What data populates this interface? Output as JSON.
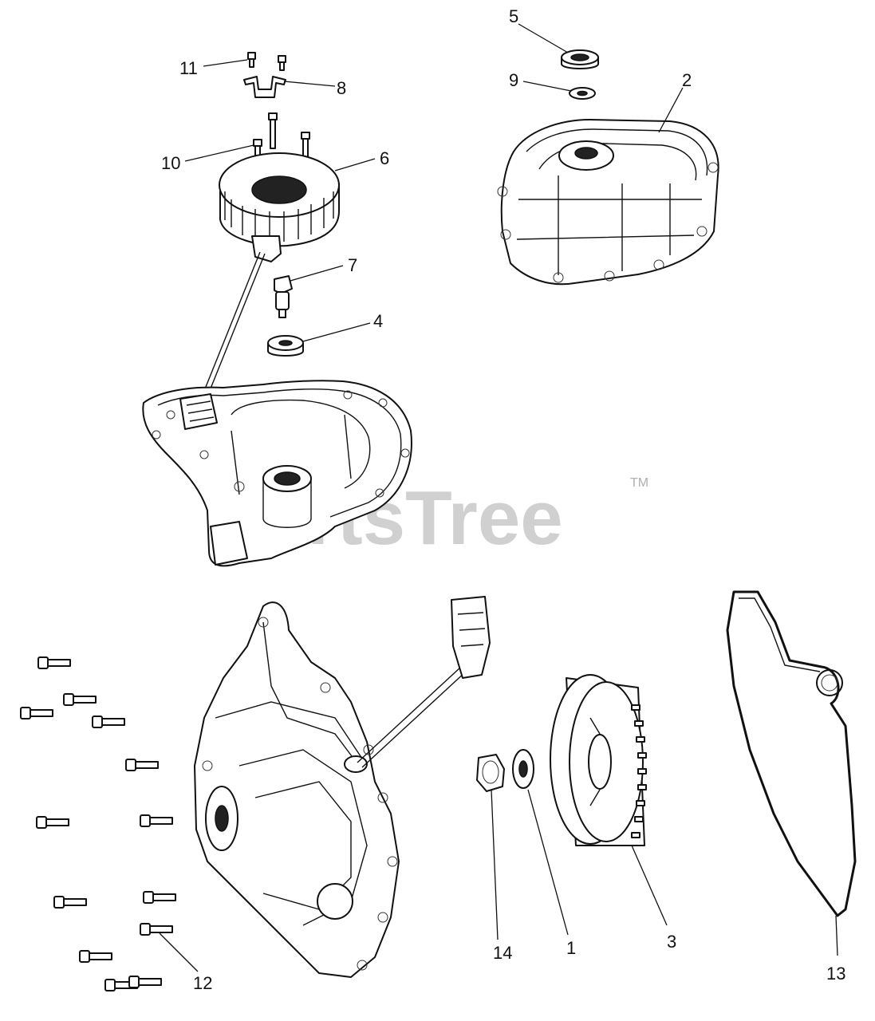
{
  "watermark": {
    "brand": "PartsTree",
    "tm": "TM"
  },
  "callouts": {
    "c1": "1",
    "c2": "2",
    "c3": "3",
    "c4": "4",
    "c5": "5",
    "c6": "6",
    "c7": "7",
    "c8": "8",
    "c9": "9",
    "c10": "10",
    "c11": "11",
    "c12": "12",
    "c13": "13",
    "c14": "14"
  }
}
